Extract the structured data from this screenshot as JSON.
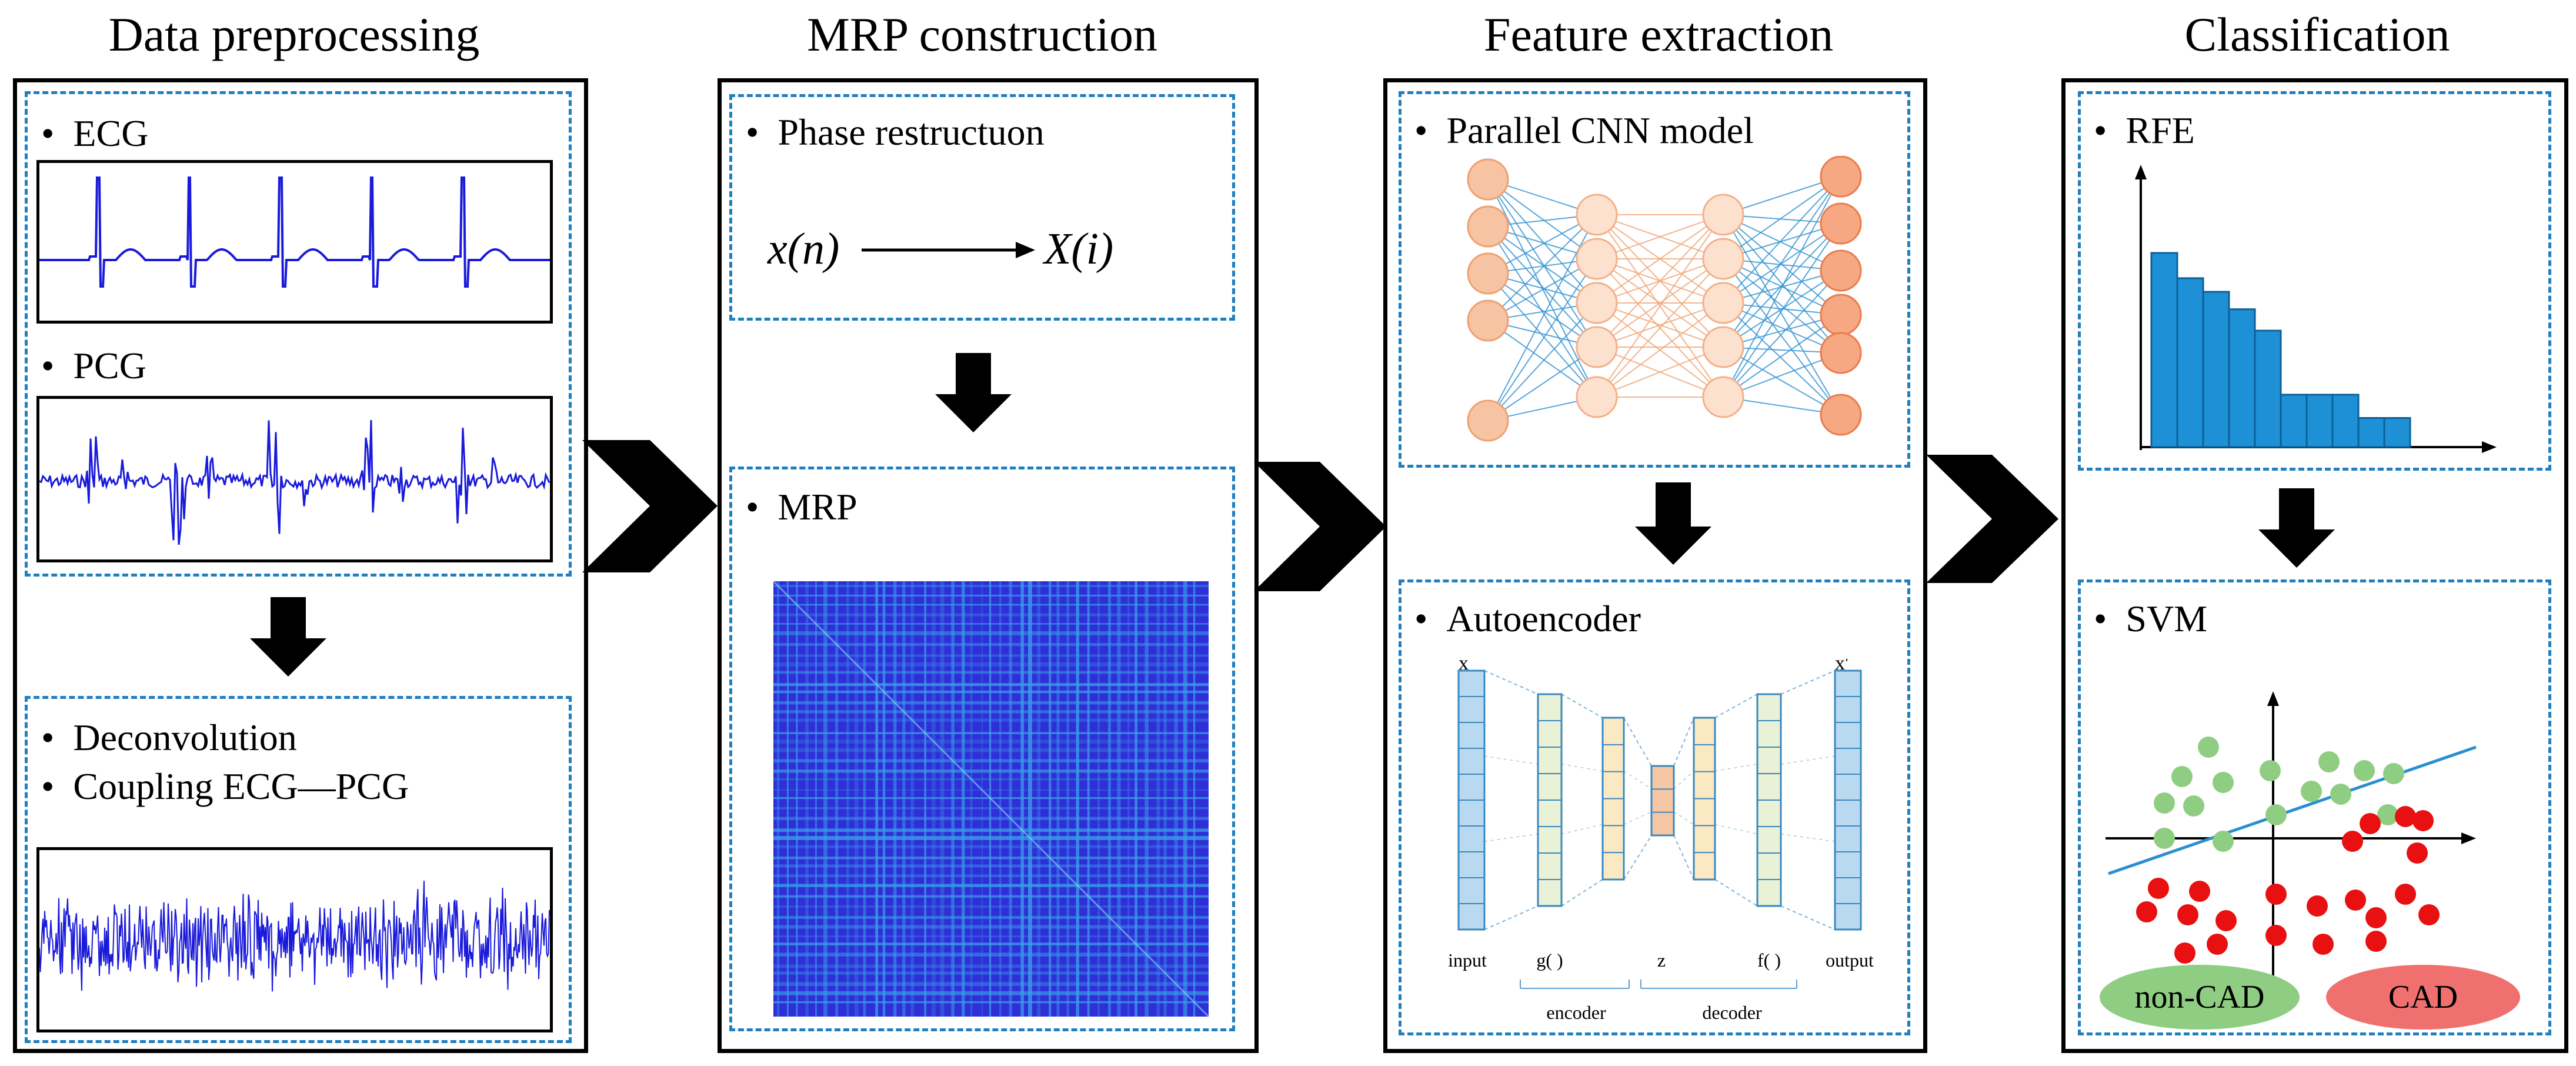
{
  "stages": [
    {
      "title": "Data preprocessing"
    },
    {
      "title": "MRP construction"
    },
    {
      "title": "Feature extraction"
    },
    {
      "title": "Classification"
    }
  ],
  "preprocessing": {
    "signals": [
      {
        "label": "ECG"
      },
      {
        "label": "PCG"
      }
    ],
    "steps": [
      "Deconvolution",
      "Coupling ECG—PCG"
    ]
  },
  "mrp": {
    "phase_label": "Phase restructuon",
    "formula_left": "x(n)",
    "formula_right": "X(i)",
    "mrp_label": "MRP"
  },
  "features": {
    "cnn_label": "Parallel CNN model",
    "ae_label": "Autoencoder",
    "ae": {
      "x": "x",
      "x_prime": "x'",
      "input": "input",
      "g": "g( )",
      "z": "z",
      "f": "f( )",
      "output": "output",
      "encoder": "encoder",
      "decoder": "decoder"
    }
  },
  "classification": {
    "rfe_label": "RFE",
    "rfe_values": [
      1.0,
      0.87,
      0.8,
      0.71,
      0.6,
      0.27,
      0.27,
      0.27,
      0.15,
      0.15
    ],
    "svm_label": "SVM",
    "non_cad": "non-CAD",
    "cad": "CAD"
  },
  "colors": {
    "dashed": "#1f7fbf",
    "signal": "#1a1adb",
    "bar": "#1e90d6",
    "green": "#8fce82",
    "red": "#e81010"
  }
}
